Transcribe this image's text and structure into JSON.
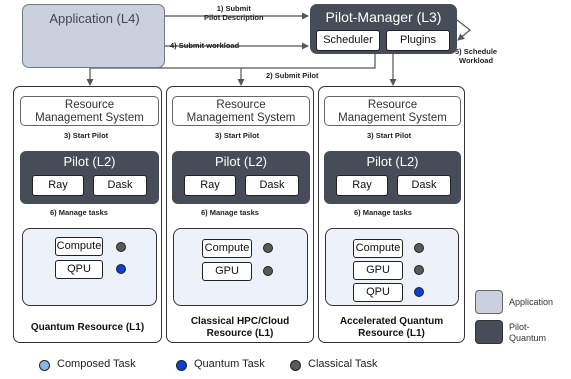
{
  "application": {
    "title": "Application (L4)"
  },
  "pilot_manager": {
    "title": "Pilot-Manager (L3)",
    "scheduler": "Scheduler",
    "plugins": "Plugins"
  },
  "edges": {
    "submit_pilot_description": "1) Submit\nPilot Description",
    "submit_workload": "4) Submit workload",
    "schedule_workload": "5) Schedule\nWorkload",
    "submit_pilot": "2) Submit Pilot",
    "start_pilot": "3) Start Pilot",
    "manage_tasks": "6) Manage tasks"
  },
  "resources": [
    {
      "rms": "Resource\nManagement System",
      "pilot": {
        "title": "Pilot (L2)",
        "left": "Ray",
        "right": "Dask"
      },
      "tasks": [
        "Compute",
        "QPU"
      ],
      "label": "Quantum Resource (L1)"
    },
    {
      "rms": "Resource\nManagement System",
      "pilot": {
        "title": "Pilot (L2)",
        "left": "Ray",
        "right": "Dask"
      },
      "tasks": [
        "Compute",
        "GPU"
      ],
      "label": "Classical HPC/Cloud\nResource (L1)"
    },
    {
      "rms": "Resource\nManagement System",
      "pilot": {
        "title": "Pilot (L2)",
        "left": "Ray",
        "right": "Dask"
      },
      "tasks": [
        "Compute",
        "GPU",
        "QPU"
      ],
      "label": "Accelerated Quantum\nResource (L1)"
    }
  ],
  "legend": {
    "application": "Application",
    "pilot_quantum": "Pilot-\nQuantum",
    "composed_task": "Composed Task",
    "quantum_task": "Quantum Task",
    "classical_task": "Classical Task"
  },
  "colors": {
    "application_fill": "#c9d1dc",
    "pilot_fill": "#474d58",
    "composed_task": "#8eb4e3",
    "quantum_task": "#0a3fd6",
    "classical_task": "#595959",
    "task_area_fill": "#edf2fa"
  }
}
